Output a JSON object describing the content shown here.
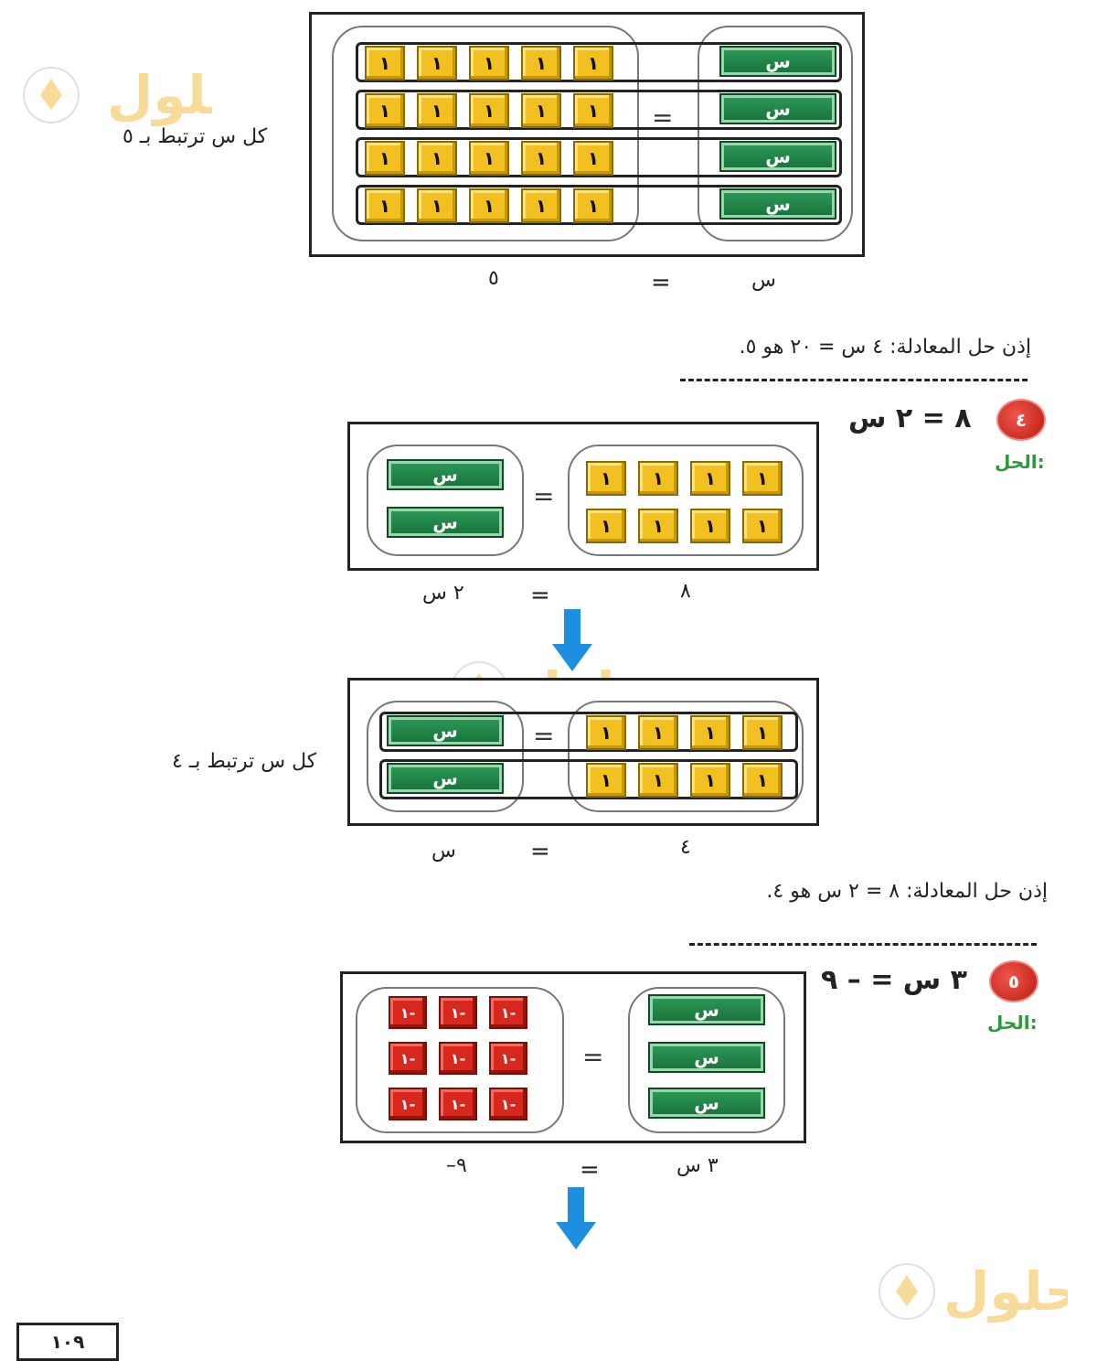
{
  "watermark": {
    "text": "حلول"
  },
  "tile_labels": {
    "one": "١",
    "neg_one": "١-",
    "x": "س"
  },
  "eq_symbol": "=",
  "problem3": {
    "side_note": "كل س ترتبط بـ ٥",
    "bottom_left": "٥",
    "bottom_eq": "=",
    "bottom_right": "س",
    "conclusion": "إذن حل المعادلة: ٤ س = ٢٠ هو ٥."
  },
  "problem4": {
    "number": "٤",
    "equation": "٨ = ٢ س",
    "solution_label": "الحل:",
    "step1": {
      "bottom_left": "٢ س",
      "bottom_eq": "=",
      "bottom_right": "٨"
    },
    "step2": {
      "side_note": "كل س ترتبط بـ ٤",
      "bottom_left": "س",
      "bottom_eq": "=",
      "bottom_right": "٤"
    },
    "conclusion": "إذن حل المعادلة: ٨ = ٢ س هو ٤."
  },
  "problem5": {
    "number": "٥",
    "equation": "٣ س = – ٩",
    "solution_label": "الحل:",
    "bottom_left": "–٩",
    "bottom_eq": "=",
    "bottom_right": "٣ س"
  },
  "page_number": "١٠٩",
  "colors": {
    "yellow_tile": "#f2c020",
    "red_tile": "#d8281e",
    "green_bar": "#1f8a48",
    "arrow": "#1e8fe0",
    "badge": "#d0281e"
  }
}
